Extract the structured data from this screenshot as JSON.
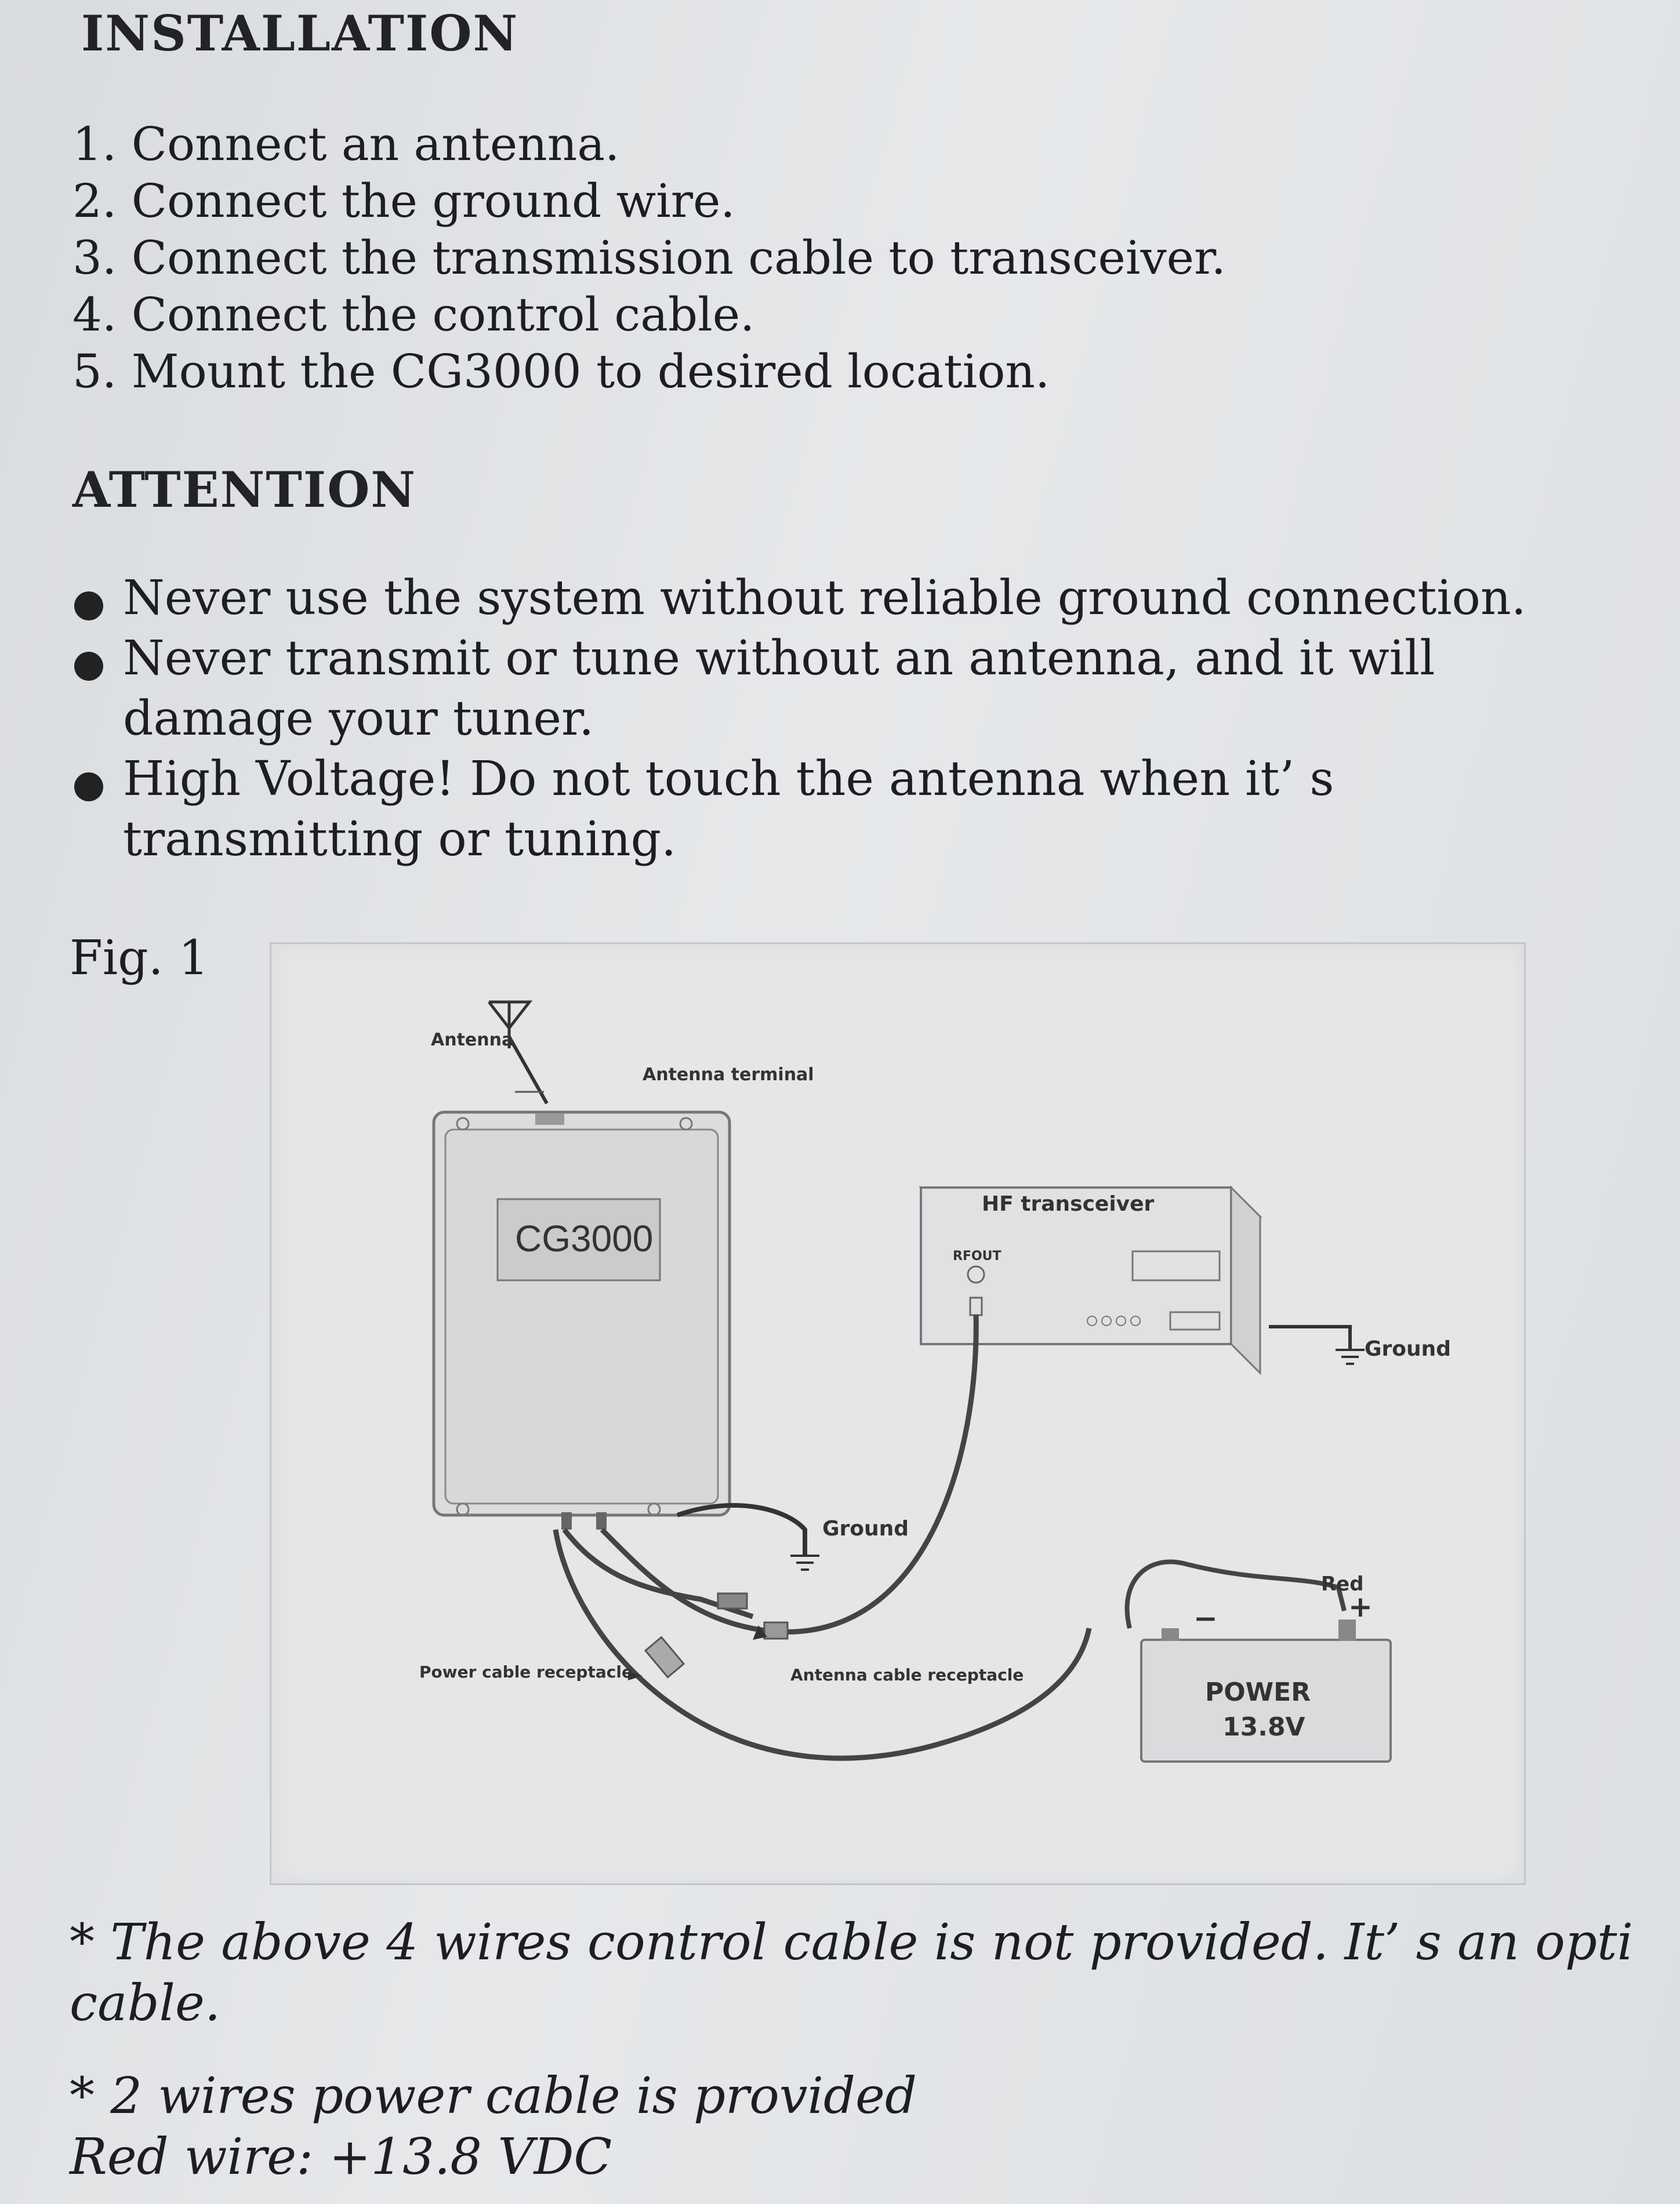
{
  "installation": {
    "title": "INSTALLATION",
    "steps": [
      "1. Connect an antenna.",
      "2. Connect the ground wire.",
      "3. Connect the transmission cable to transceiver.",
      "4. Connect the control cable.",
      "5. Mount the CG3000 to desired location."
    ]
  },
  "attention": {
    "title": "ATTENTION",
    "bullets": [
      "Never use the system without reliable ground connection.",
      "Never transmit or tune without an antenna, and it will damage your tuner.",
      "High Voltage! Do not touch the antenna when it’ s transmitting or tuning."
    ]
  },
  "figure": {
    "label": "Fig. 1",
    "antenna": "Antenna",
    "antenna_terminal": "Antenna terminal",
    "device": "CG3000",
    "transceiver": "HF transceiver",
    "rf_out": "RFOUT",
    "ground_transceiver": "Ground",
    "ground_tuner": "Ground",
    "red": "Red",
    "plus": "+",
    "minus": "−",
    "power": "POWER",
    "voltage": "13.8V",
    "power_receptacle": "Power cable receptacle",
    "antenna_receptacle": "Antenna cable receptacle"
  },
  "notes": [
    "* The above 4 wires control cable is not provided. It’ s an opti",
    "cable.",
    "* 2 wires power cable is provided",
    "Red wire: +13.8 VDC"
  ]
}
